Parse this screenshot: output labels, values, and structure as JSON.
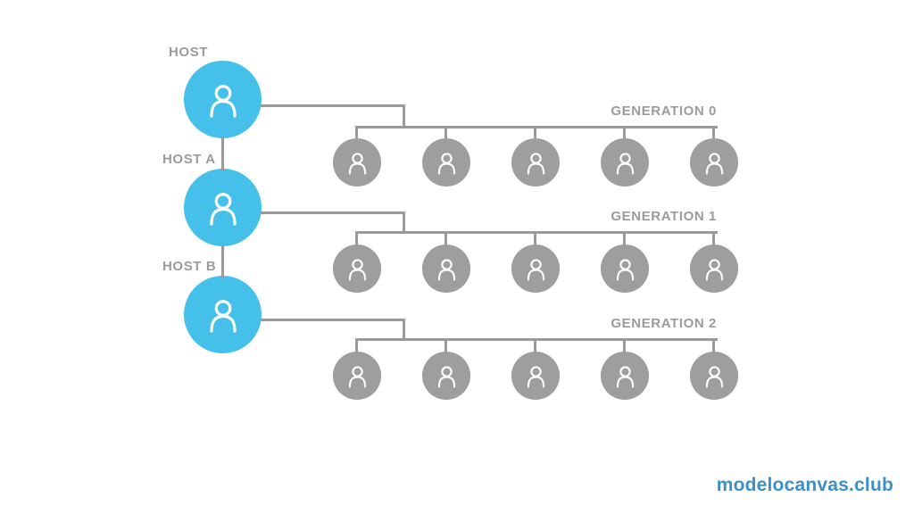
{
  "colors": {
    "host_fill": "#45c0ea",
    "member_fill": "#9e9e9e",
    "line_color": "#9a9a9a",
    "label_color": "#9b9b9b",
    "icon_stroke": "#ffffff",
    "watermark_color": "#3b8fca"
  },
  "hosts": [
    {
      "label": "HOST"
    },
    {
      "label": "HOST A"
    },
    {
      "label": "HOST B"
    }
  ],
  "generations": [
    {
      "label": "GENERATION 0",
      "member_count": 5
    },
    {
      "label": "GENERATION 1",
      "member_count": 5
    },
    {
      "label": "GENERATION 2",
      "member_count": 5
    }
  ],
  "watermark": {
    "text": "modelocanvas.club"
  }
}
